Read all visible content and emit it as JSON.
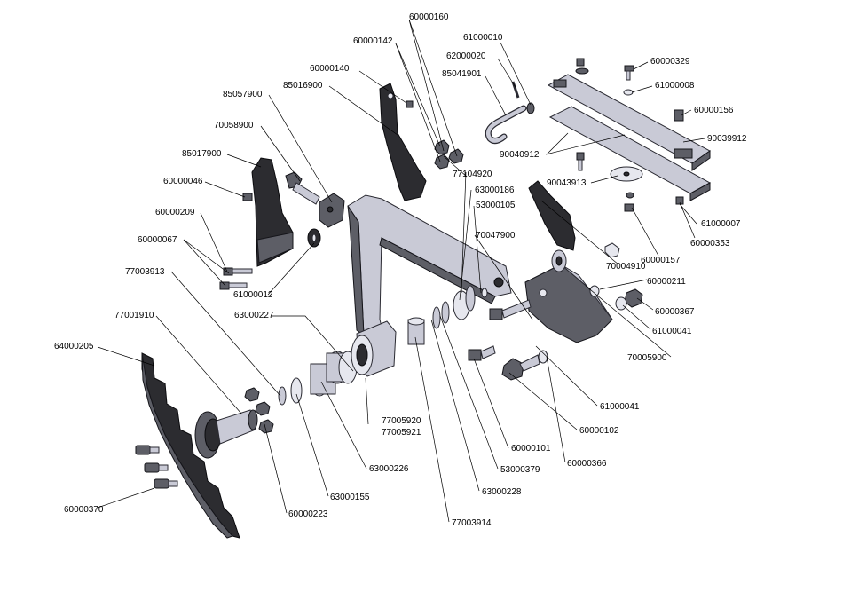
{
  "part_numbers": {
    "p60000160": "60000160",
    "p61000010": "61000010",
    "p60000142": "60000142",
    "p62000020": "62000020",
    "p85041901": "85041901",
    "p60000140": "60000140",
    "p60000329": "60000329",
    "p61000008": "61000008",
    "p85057900": "85057900",
    "p85016900": "85016900",
    "p60000156": "60000156",
    "p70058900": "70058900",
    "p90039912": "90039912",
    "p90040912": "90040912",
    "p85017900": "85017900",
    "p77104920": "77104920",
    "p90043913": "90043913",
    "p60000046": "60000046",
    "p63000186": "63000186",
    "p61000007": "61000007",
    "p53000105": "53000105",
    "p60000209": "60000209",
    "p60000353": "60000353",
    "p70047900": "70047900",
    "p60000067": "60000067",
    "p60000157": "60000157",
    "p70004910": "70004910",
    "p77003913": "77003913",
    "p61000012": "61000012",
    "p60000211": "60000211",
    "p60000367": "60000367",
    "p63000227": "63000227",
    "p77001910": "77001910",
    "p61000041a": "61000041",
    "p64000205": "64000205",
    "p70005900": "70005900",
    "p61000041b": "61000041",
    "p77005920": "77005920",
    "p77005921": "77005921",
    "p60000102": "60000102",
    "p60000101": "60000101",
    "p60000366": "60000366",
    "p63000226": "63000226",
    "p53000379": "53000379",
    "p63000228": "63000228",
    "p63000155": "63000155",
    "p60000370": "60000370",
    "p60000223": "60000223",
    "p77003914": "77003914"
  }
}
